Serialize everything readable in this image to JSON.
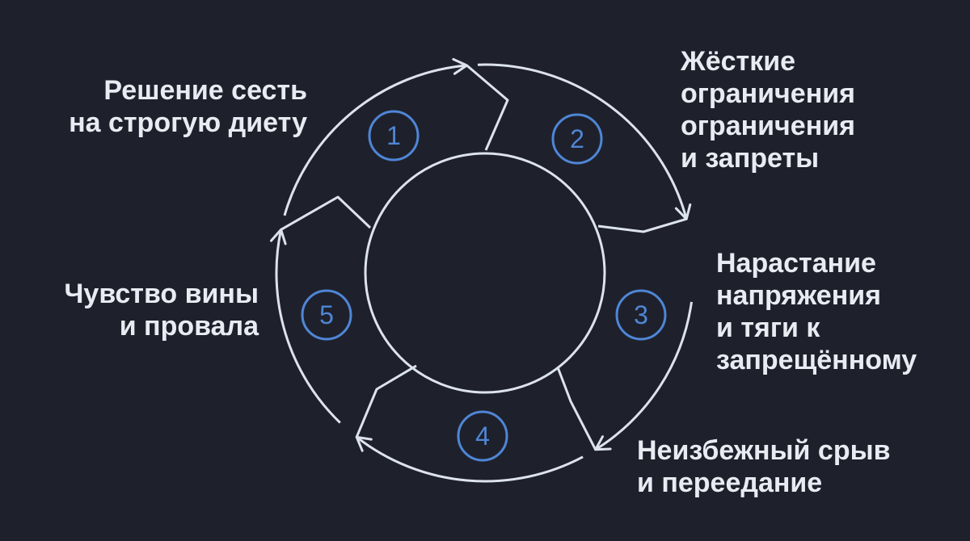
{
  "colors": {
    "background": "#1e212c",
    "stroke": "#dde3ec",
    "accent": "#4f86d6",
    "text": "#e8ebf1"
  },
  "steps": [
    {
      "number": "1",
      "lines": [
        "Решение сесть",
        "на строгую диету"
      ]
    },
    {
      "number": "2",
      "lines": [
        "Жёсткие",
        "ограничения",
        "ограничения",
        "и запреты"
      ]
    },
    {
      "number": "3",
      "lines": [
        "Нарастание",
        "напряжения",
        "и тяги к",
        "запрещённому"
      ]
    },
    {
      "number": "4",
      "lines": [
        "Неизбежный срыв",
        "и переедание"
      ]
    },
    {
      "number": "5",
      "lines": [
        "Чувство вины",
        "и провала"
      ]
    }
  ]
}
